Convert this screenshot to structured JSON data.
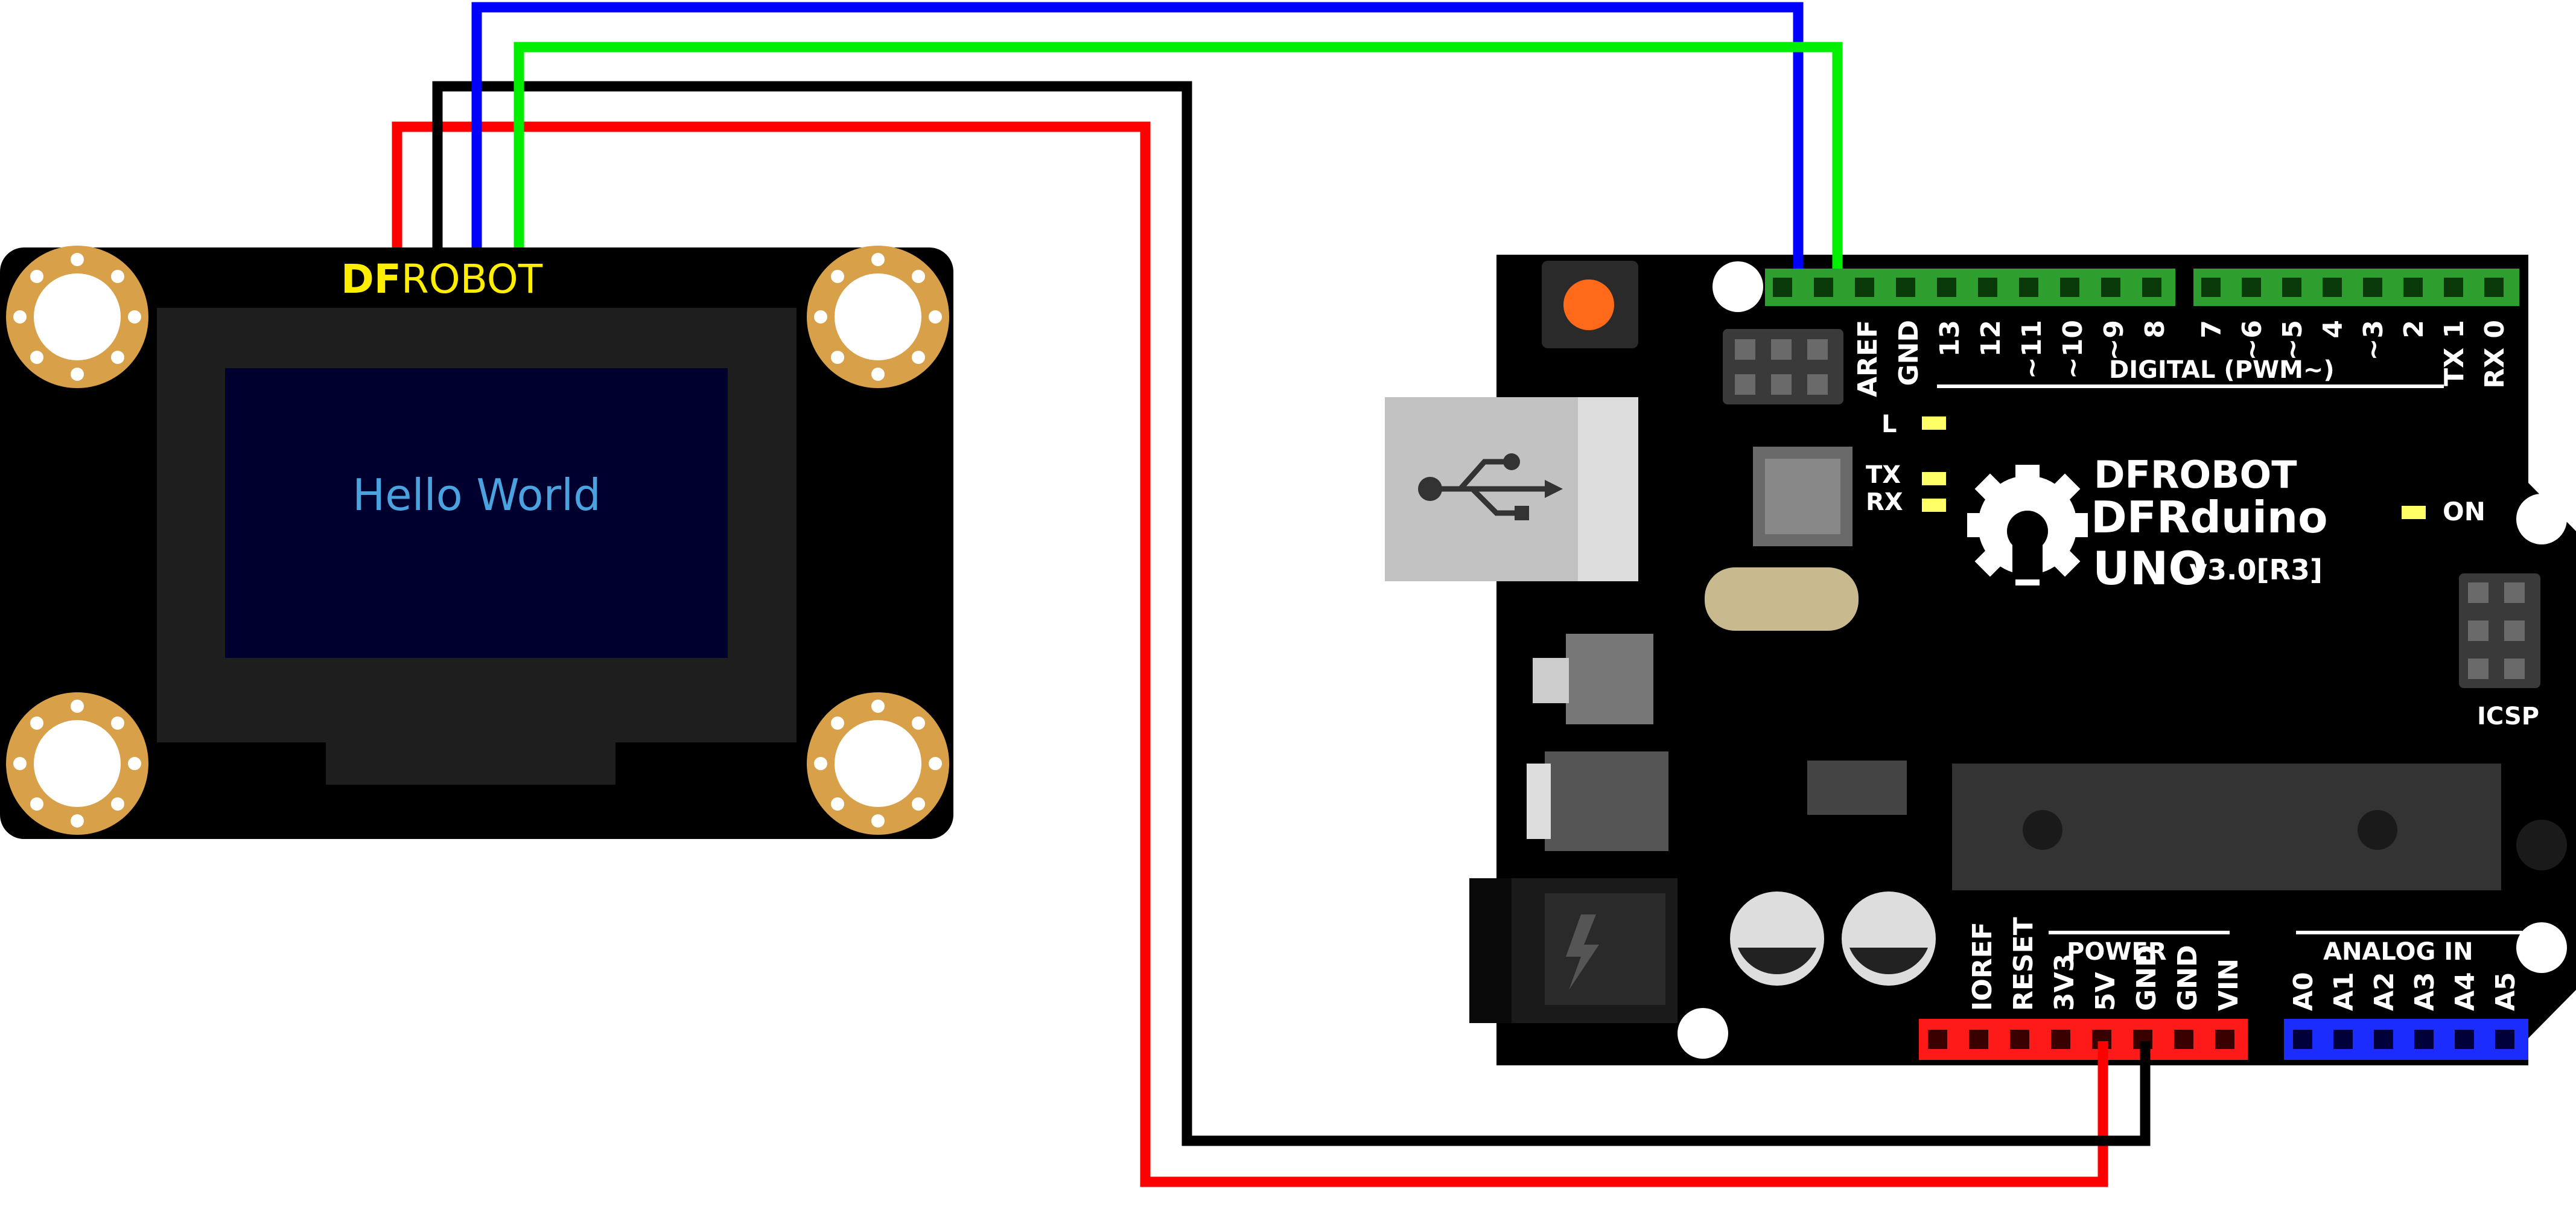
{
  "oled": {
    "brand_bold": "DF",
    "brand_rest": "ROBOT",
    "screen_text": "Hello World"
  },
  "board": {
    "brand_line1": "DFROBOT",
    "brand_line2": "DFRduino",
    "model": "UNO",
    "version": "v3.0[R3]",
    "digital_label": "DIGITAL (PWM~)",
    "power_label": "POWER",
    "analog_label": "ANALOG IN",
    "icsp_label": "ICSP",
    "on_label": "ON",
    "led_labels": [
      "L",
      "TX",
      "RX"
    ],
    "digital_pins_left": [
      "AREF",
      "GND",
      "13",
      "12",
      "~11",
      "~10",
      "~9",
      "8"
    ],
    "digital_pins_right": [
      "7",
      "~6",
      "~5",
      "4",
      "~3",
      "2",
      "TX 1",
      "RX 0"
    ],
    "power_pins": [
      "IOREF",
      "RESET",
      "3V3",
      "5V",
      "GND",
      "GND",
      "VIN"
    ],
    "analog_pins": [
      "A0",
      "A1",
      "A2",
      "A3",
      "A4",
      "A5"
    ]
  },
  "colors": {
    "wire_vcc": "#ff0000",
    "wire_gnd": "#000000",
    "wire_scl": "#0000ff",
    "wire_sda": "#00ee00",
    "header_digital": "#2e9e2e",
    "header_power": "#ff1a1a",
    "header_analog": "#1a2cff",
    "oled_brand": "#ffee00",
    "oled_screen": "#00002e",
    "oled_text": "#4aa3df",
    "mount_ring": "#d9a04a"
  }
}
